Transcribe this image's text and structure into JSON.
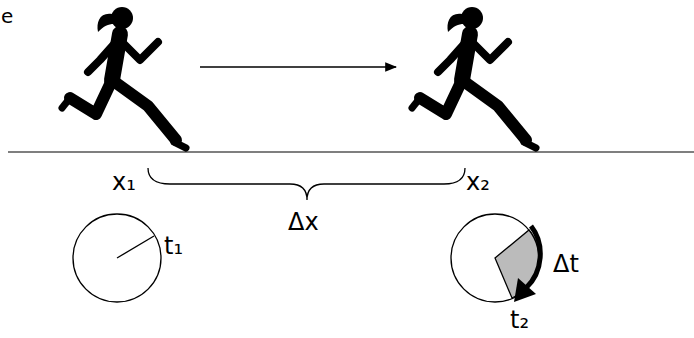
{
  "diagram": {
    "labels": [
      "e",
      "x₁",
      "x₂",
      "Δx",
      "t₁",
      "Δt",
      "t₂"
    ]
  }
}
